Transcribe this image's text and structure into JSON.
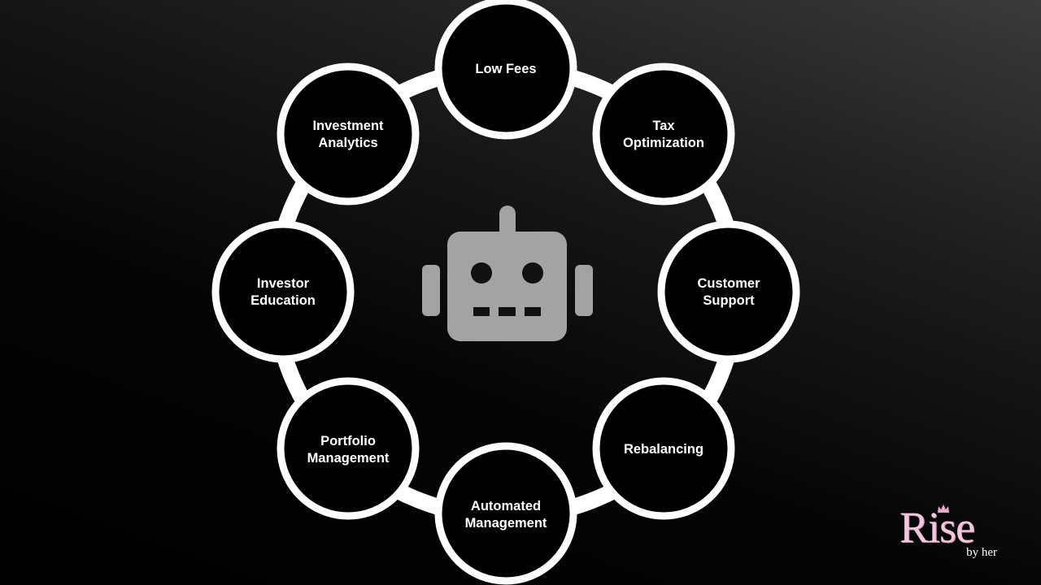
{
  "diagram": {
    "center_icon": "robot-icon",
    "nodes": [
      {
        "id": "low-fees",
        "lines": [
          "Low Fees"
        ]
      },
      {
        "id": "tax-optimization",
        "lines": [
          "Tax",
          "Optimization"
        ]
      },
      {
        "id": "customer-support",
        "lines": [
          "Customer",
          "Support"
        ]
      },
      {
        "id": "rebalancing",
        "lines": [
          "Rebalancing"
        ]
      },
      {
        "id": "automated-management",
        "lines": [
          "Automated",
          "Management"
        ]
      },
      {
        "id": "portfolio-management",
        "lines": [
          "Portfolio",
          "Management"
        ]
      },
      {
        "id": "investor-education",
        "lines": [
          "Investor",
          "Education"
        ]
      },
      {
        "id": "investment-analytics",
        "lines": [
          "Investment",
          "Analytics"
        ]
      }
    ]
  },
  "logo": {
    "main": "Rise",
    "sub": "by her",
    "icon": "crown-icon"
  },
  "colors": {
    "node_fill": "#000000",
    "node_border": "#ffffff",
    "ring": "#ffffff",
    "robot": "#a3a3a3",
    "logo_pink": "#f2c6dc"
  }
}
